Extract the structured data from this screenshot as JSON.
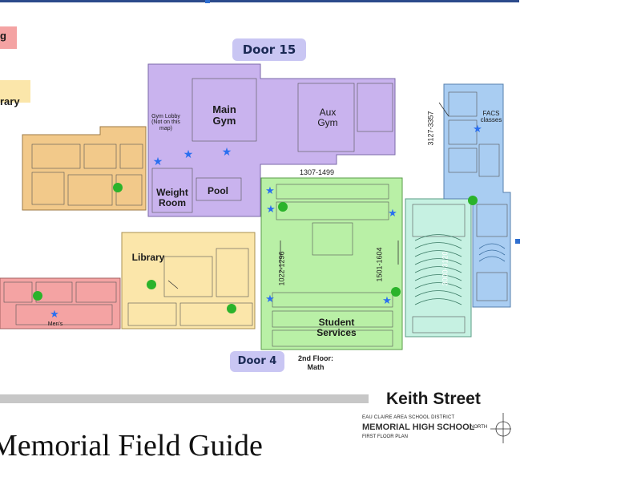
{
  "map": {
    "legend_partial_1": "g",
    "legend_partial_2": "rary",
    "doors": {
      "door15": "Door 15",
      "door4": "Door 4"
    },
    "rooms": {
      "main_gym_1": "Main",
      "main_gym_2": "Gym",
      "aux_gym_1": "Aux",
      "aux_gym_2": "Gym",
      "gym_lobby_1": "Gym Lobby",
      "gym_lobby_2": "(Not on this",
      "gym_lobby_3": "map)",
      "weight_1": "Weight",
      "weight_2": "Room",
      "pool": "Pool",
      "library": "Library",
      "facs_1": "FACS",
      "facs_2": "classes",
      "student_1": "Student",
      "student_2": "Services",
      "mens": "Men's"
    },
    "hall_labels": {
      "h1": "1307-1499",
      "h2": "1022-1296",
      "h3": "1501-1604",
      "h4": "3127-3357",
      "h5": "3000-3120"
    },
    "second_floor": {
      "line1": "2nd Floor:",
      "line2": "Math"
    },
    "footer": {
      "street": "Keith Street",
      "district": "EAU CLAIRE AREA SCHOOL DISTRICT",
      "school": "MEMORIAL HIGH SCHOOL",
      "plan": "FIRST FLOOR PLAN",
      "north": "NORTH",
      "guide": "Memorial Field Guide"
    },
    "colors": {
      "red": "#f4a3a3",
      "orange": "#f2c98a",
      "yellow": "#fbe6aa",
      "purple": "#c9b3ee",
      "green": "#b9f0a6",
      "teal": "#c6f1e2",
      "blue": "#a9cdf2",
      "door_pill": "#c9c6f3",
      "marker_green": "#2bb32b",
      "marker_star": "#2a6ff0"
    }
  }
}
